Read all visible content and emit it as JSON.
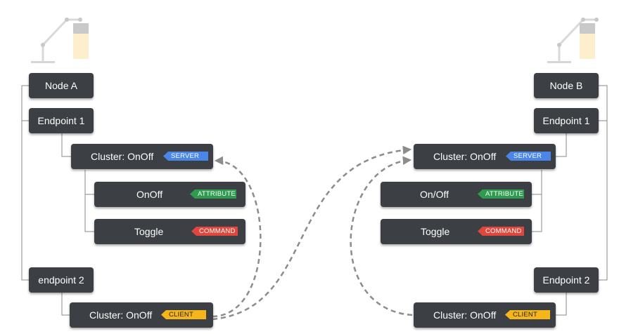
{
  "left": {
    "node": "Node A",
    "endpoint1": "Endpoint 1",
    "server_cluster": "Cluster: OnOff",
    "attribute_name": "OnOff",
    "command_name": "Toggle",
    "endpoint2": "endpoint 2",
    "client_cluster": "Cluster: OnOff"
  },
  "right": {
    "node": "Node B",
    "endpoint1": "Endpoint 1",
    "server_cluster": "Cluster: OnOff",
    "attribute_name": "On/Off",
    "command_name": "Toggle",
    "endpoint2": "Endpoint 2",
    "client_cluster": "Cluster: OnOff"
  },
  "tags": {
    "server": "SERVER",
    "attribute": "ATTRIBUTE",
    "command": "COMMAND",
    "client": "CLIENT"
  },
  "colors": {
    "box": "#3c3f43",
    "server": "#4a86e8",
    "attribute": "#2e9b4f",
    "command": "#e0463b",
    "client": "#f6b51a",
    "arrow": "#8c8c8c",
    "tree_line": "#8a8a8a"
  },
  "icons": [
    "desk-lamp-icon"
  ]
}
